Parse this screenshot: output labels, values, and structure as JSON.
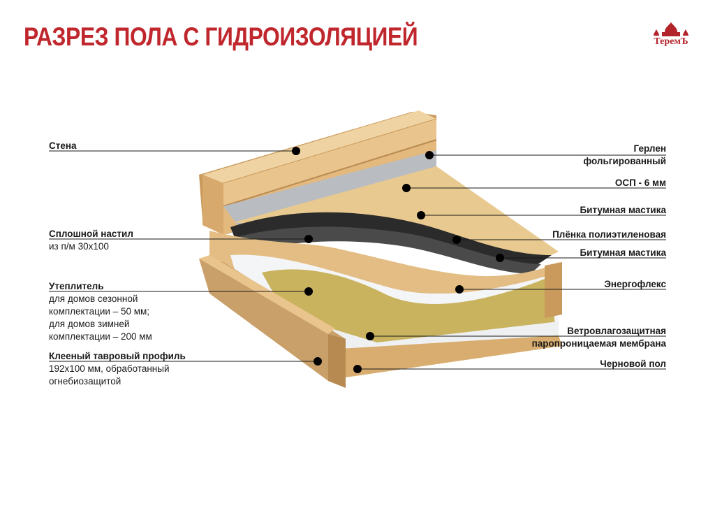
{
  "title": "РАЗРЕЗ ПОЛА С ГИДРОИЗОЛЯЦИЕЙ",
  "logo": {
    "text": "ТеремЪ"
  },
  "colors": {
    "title": "#c0272d",
    "logo": "#b3232a",
    "wood": "#e3bd83",
    "insulation": "#c9b35e",
    "bitumen": "#2b2b2b",
    "foil": "#b9bcc0",
    "osb": "#e8c98f",
    "foam": "#f4f5f7",
    "line": "#1a1a1a"
  },
  "left_labels": [
    {
      "heading": "Стена",
      "sub": []
    },
    {
      "heading": "Сплошной настил",
      "sub": [
        "из п/м 30x100"
      ]
    },
    {
      "heading": "Утеплитель",
      "sub": [
        "для домов сезонной",
        "комплектации – 50 мм;",
        "для домов зимней",
        "комплектации – 200 мм"
      ]
    },
    {
      "heading": "Клееный тавровый профиль",
      "sub": [
        "192x100 мм, обработанный",
        "огнебиозащитой"
      ]
    }
  ],
  "right_labels": [
    {
      "heading": "Герлен",
      "sub": [
        "фольгированный"
      ]
    },
    {
      "heading": "ОСП - 6 мм",
      "sub": []
    },
    {
      "heading": "Битумная мастика",
      "sub": []
    },
    {
      "heading": "Плёнка полиэтиленовая",
      "sub": []
    },
    {
      "heading": "Битумная мастика",
      "sub": []
    },
    {
      "heading": "Энергофлекс",
      "sub": []
    },
    {
      "heading": "Ветровлагозащитная",
      "sub": [
        "паропроницаемая мембрана"
      ]
    },
    {
      "heading": "Черновой пол",
      "sub": []
    }
  ]
}
